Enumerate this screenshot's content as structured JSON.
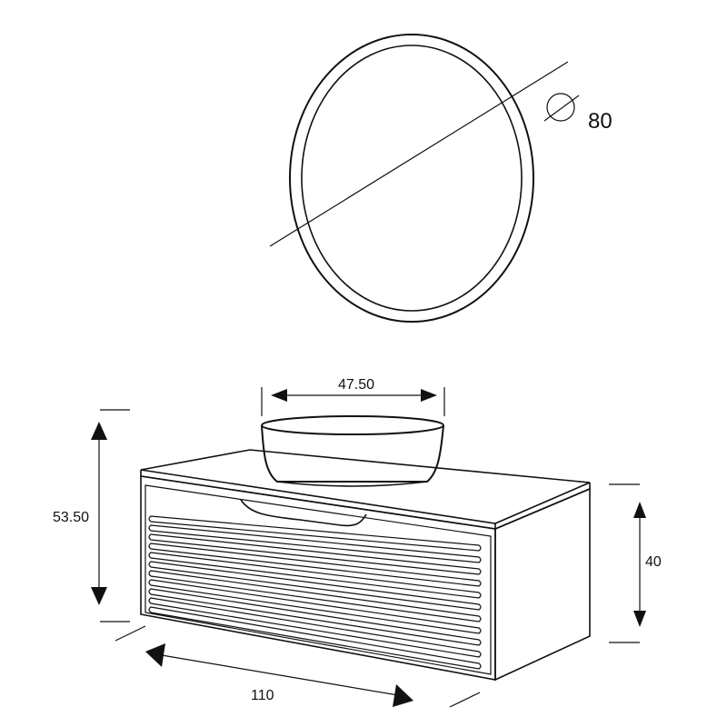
{
  "mirror": {
    "diameter_label": "80"
  },
  "basin": {
    "width_label": "47.50"
  },
  "cabinet": {
    "total_height_label": "53.50",
    "height_label": "40",
    "width_label": "110",
    "slat_count": 11
  },
  "colors": {
    "line": "#111111",
    "background": "#ffffff"
  }
}
